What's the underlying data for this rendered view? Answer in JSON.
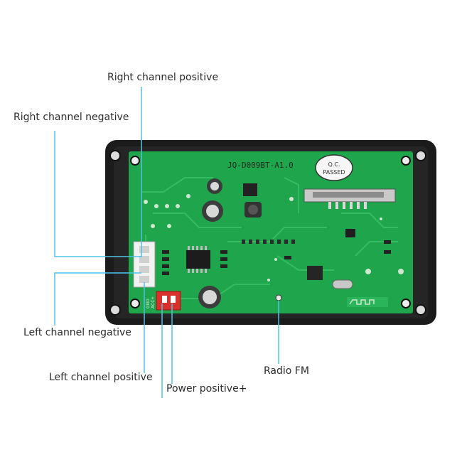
{
  "labels": {
    "right_positive": "Right channel positive",
    "right_negative": "Right channel negative",
    "left_negative": "Left channel negative",
    "left_positive": "Left channel positive",
    "power_positive": "Power positive+",
    "radio_fm": "Radio FM"
  },
  "board": {
    "model": "JQ-D009BT-A1.0",
    "qc_line1": "Q.C.",
    "qc_line2": "PASSED",
    "connector_labels": [
      "GND",
      "ACC+"
    ]
  },
  "colors": {
    "leader_line": "#4fc3e6",
    "pcb_green": "#1fa54c",
    "frame": "#1b1b1b",
    "connector_red": "#d8312c"
  }
}
